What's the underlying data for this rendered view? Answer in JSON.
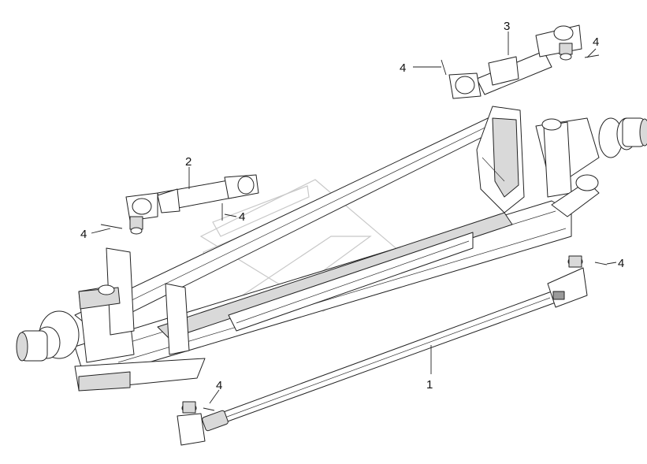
{
  "diagram": {
    "callouts": [
      {
        "id": "c1",
        "label": "1"
      },
      {
        "id": "c2",
        "label": "2"
      },
      {
        "id": "c3",
        "label": "3"
      },
      {
        "id": "c4a",
        "label": "4"
      },
      {
        "id": "c4b",
        "label": "4"
      },
      {
        "id": "c4c",
        "label": "4"
      },
      {
        "id": "c4d",
        "label": "4"
      },
      {
        "id": "c4e",
        "label": "4"
      },
      {
        "id": "c4f",
        "label": "4"
      }
    ]
  },
  "colors": {
    "line": "#222222",
    "fill_light": "#d9d9d9",
    "fill_dark": "#9a9a9a",
    "watermark": "#c8c8c8"
  }
}
